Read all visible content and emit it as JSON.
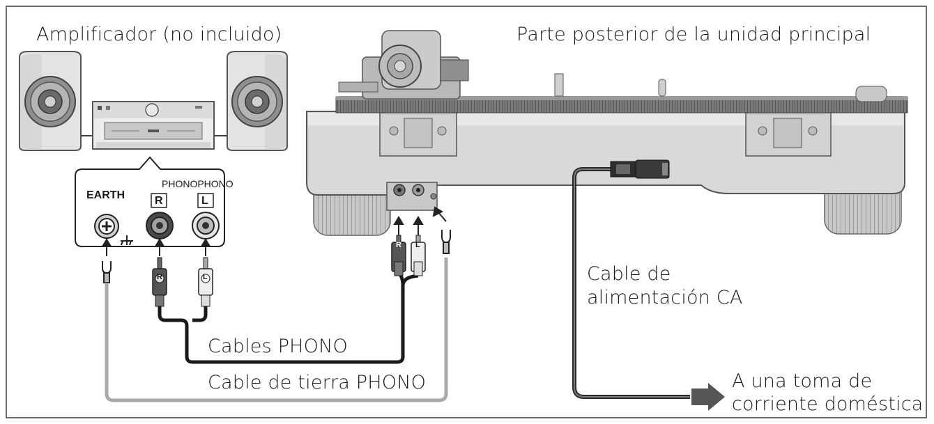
{
  "labels": {
    "amplifier": "Amplificador (no incluido)",
    "rear": "Parte posterior de la unidad principal",
    "earth": "EARTH",
    "phono": "PHONOPHONO",
    "jack_r": "R",
    "jack_l": "L",
    "plug_r": "R",
    "plug_l": "L",
    "turntable_r": "R",
    "turntable_l": "L",
    "phono_cables": "Cables PHONO",
    "earth_cable": "Cable de tierra PHONO",
    "ac_cable_line1": "Cable de",
    "ac_cable_line2": "alimentación CA",
    "outlet_line1": "A una toma de",
    "outlet_line2": "corriente doméstica"
  },
  "colors": {
    "frame": "#6b6b6b",
    "phono_cable": "#1a1a1a",
    "earth_cable": "#a9a9a9",
    "turntable_body": "#d9d9d9",
    "ac_cable": "#2b2b2b"
  }
}
